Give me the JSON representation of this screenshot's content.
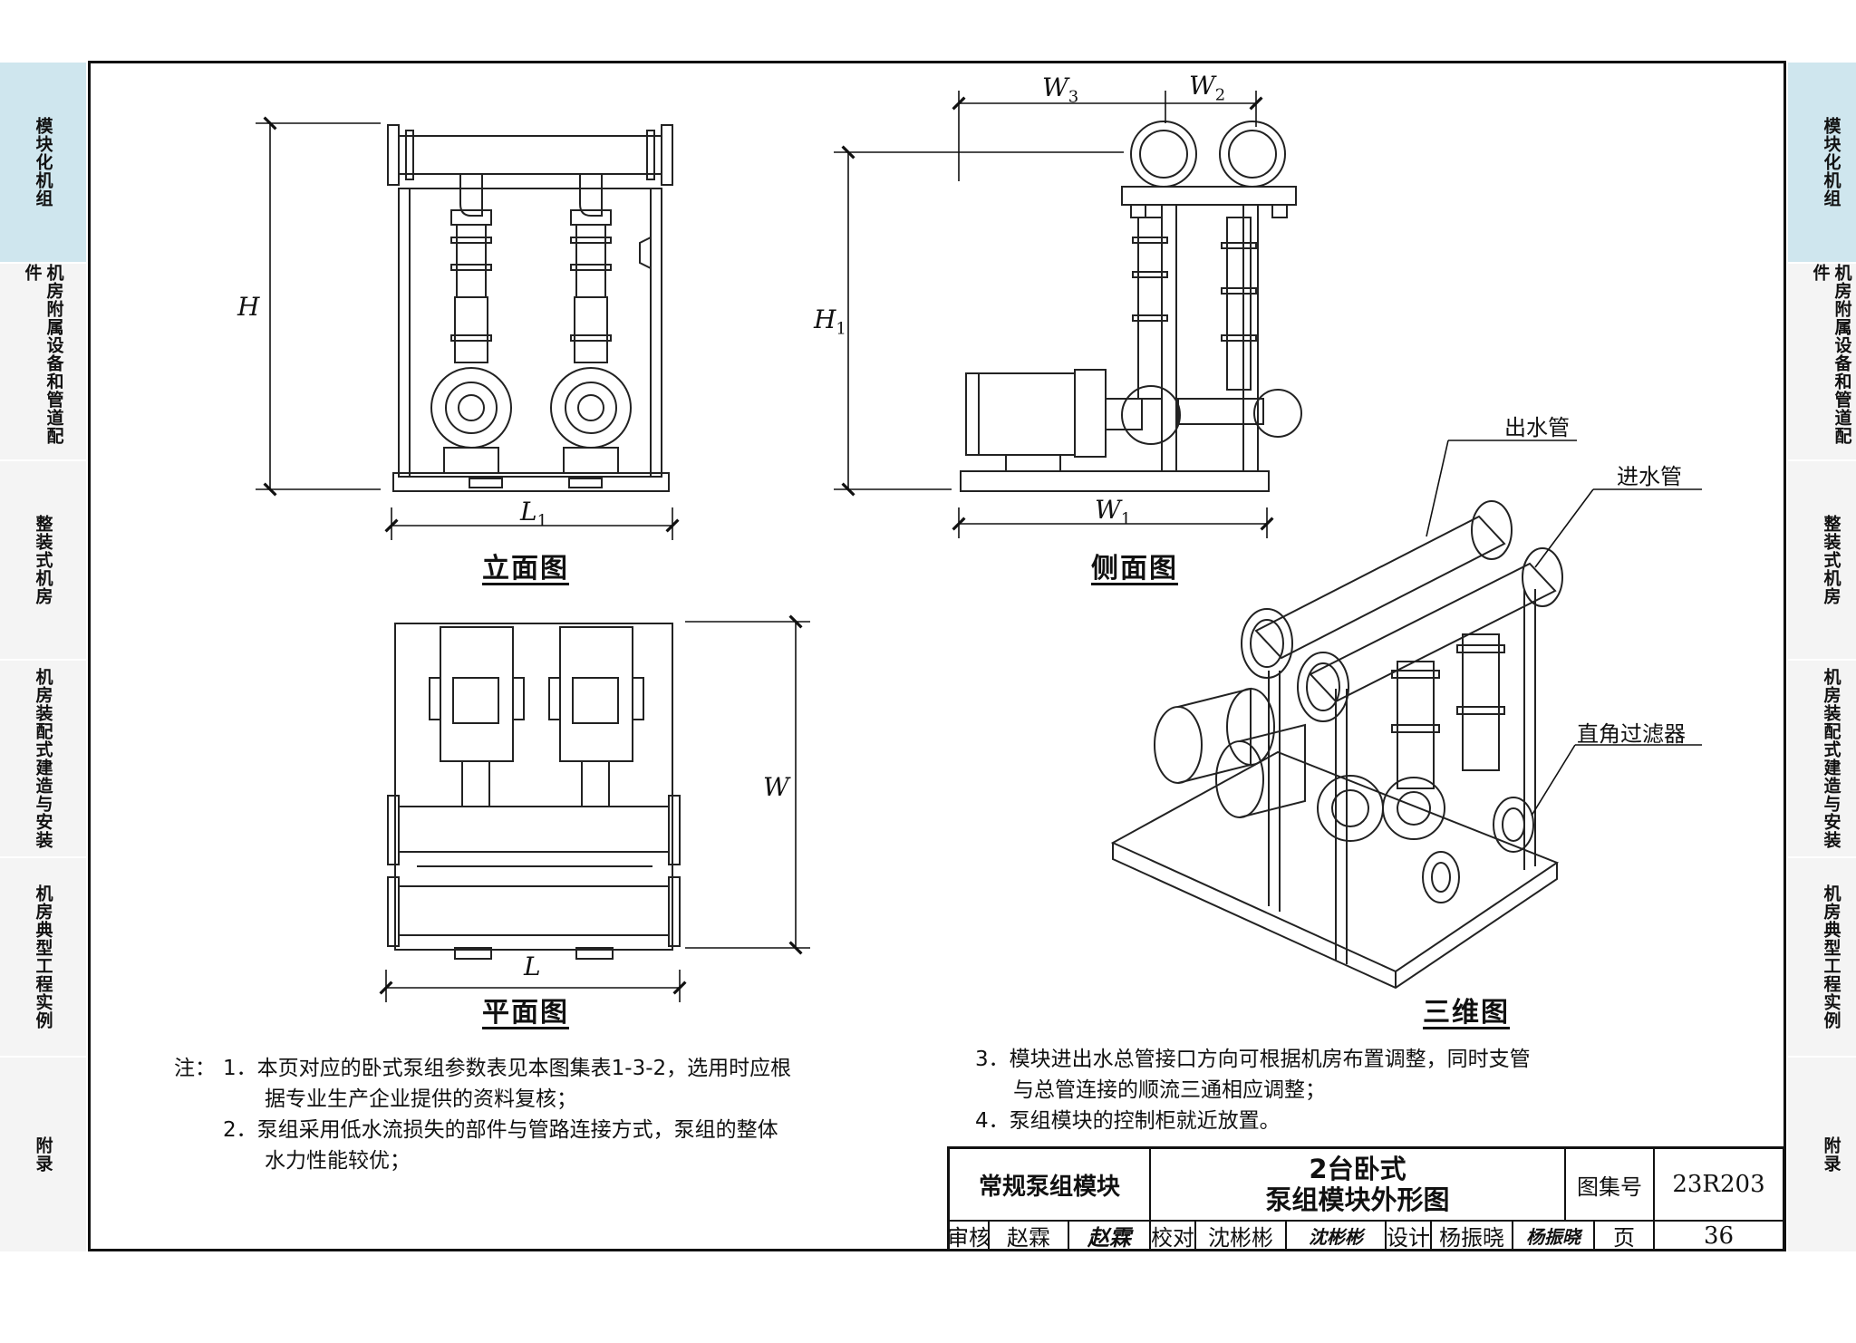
{
  "side_tabs": {
    "left": [
      "模块化机组",
      "机房附属设备和管道配件",
      "整装式机房",
      "机房装配式建造与安装",
      "机房典型工程实例",
      "附录"
    ],
    "right": [
      "模块化机组",
      "机房附属设备和管道配件",
      "整装式机房",
      "机房装配式建造与安装",
      "机房典型工程实例",
      "附录"
    ]
  },
  "views": {
    "elevation": "立面图",
    "side": "侧面图",
    "plan": "平面图",
    "three_d": "三维图"
  },
  "dims": {
    "H": "H",
    "L1": "L1",
    "H1": "H1",
    "W1": "W1",
    "W2": "W2",
    "W3": "W3",
    "W": "W",
    "L": "L"
  },
  "callouts": {
    "outlet": "出水管",
    "inlet": "进水管",
    "filter": "直角过滤器"
  },
  "notes": {
    "prefix": "注：",
    "n1_a": "1．本页对应的卧式泵组参数表见本图集表1-3-2，选用时应根",
    "n1_b": "据专业生产企业提供的资料复核；",
    "n2_a": "2．泵组采用低水流损失的部件与管路连接方式，泵组的整体",
    "n2_b": "水力性能较优；",
    "n3_a": "3．模块进出水总管接口方向可根据机房布置调整，同时支管",
    "n3_b": "与总管连接的顺流三通相应调整；",
    "n4": "4．泵组模块的控制柜就近放置。"
  },
  "title_block": {
    "category": "常规泵组模块",
    "title_line1": "2台卧式",
    "title_line2": "泵组模块外形图",
    "atlas_label": "图集号",
    "atlas_no": "23R203",
    "review_label": "审核",
    "reviewer": "赵霖",
    "check_label": "校对",
    "checker": "沈彬彬",
    "design_label": "设计",
    "designer": "杨振晓",
    "page_label": "页",
    "page_no": "36",
    "sig_review": "赵霖",
    "sig_check": "沈彬彬",
    "sig_design": "杨振晓"
  }
}
